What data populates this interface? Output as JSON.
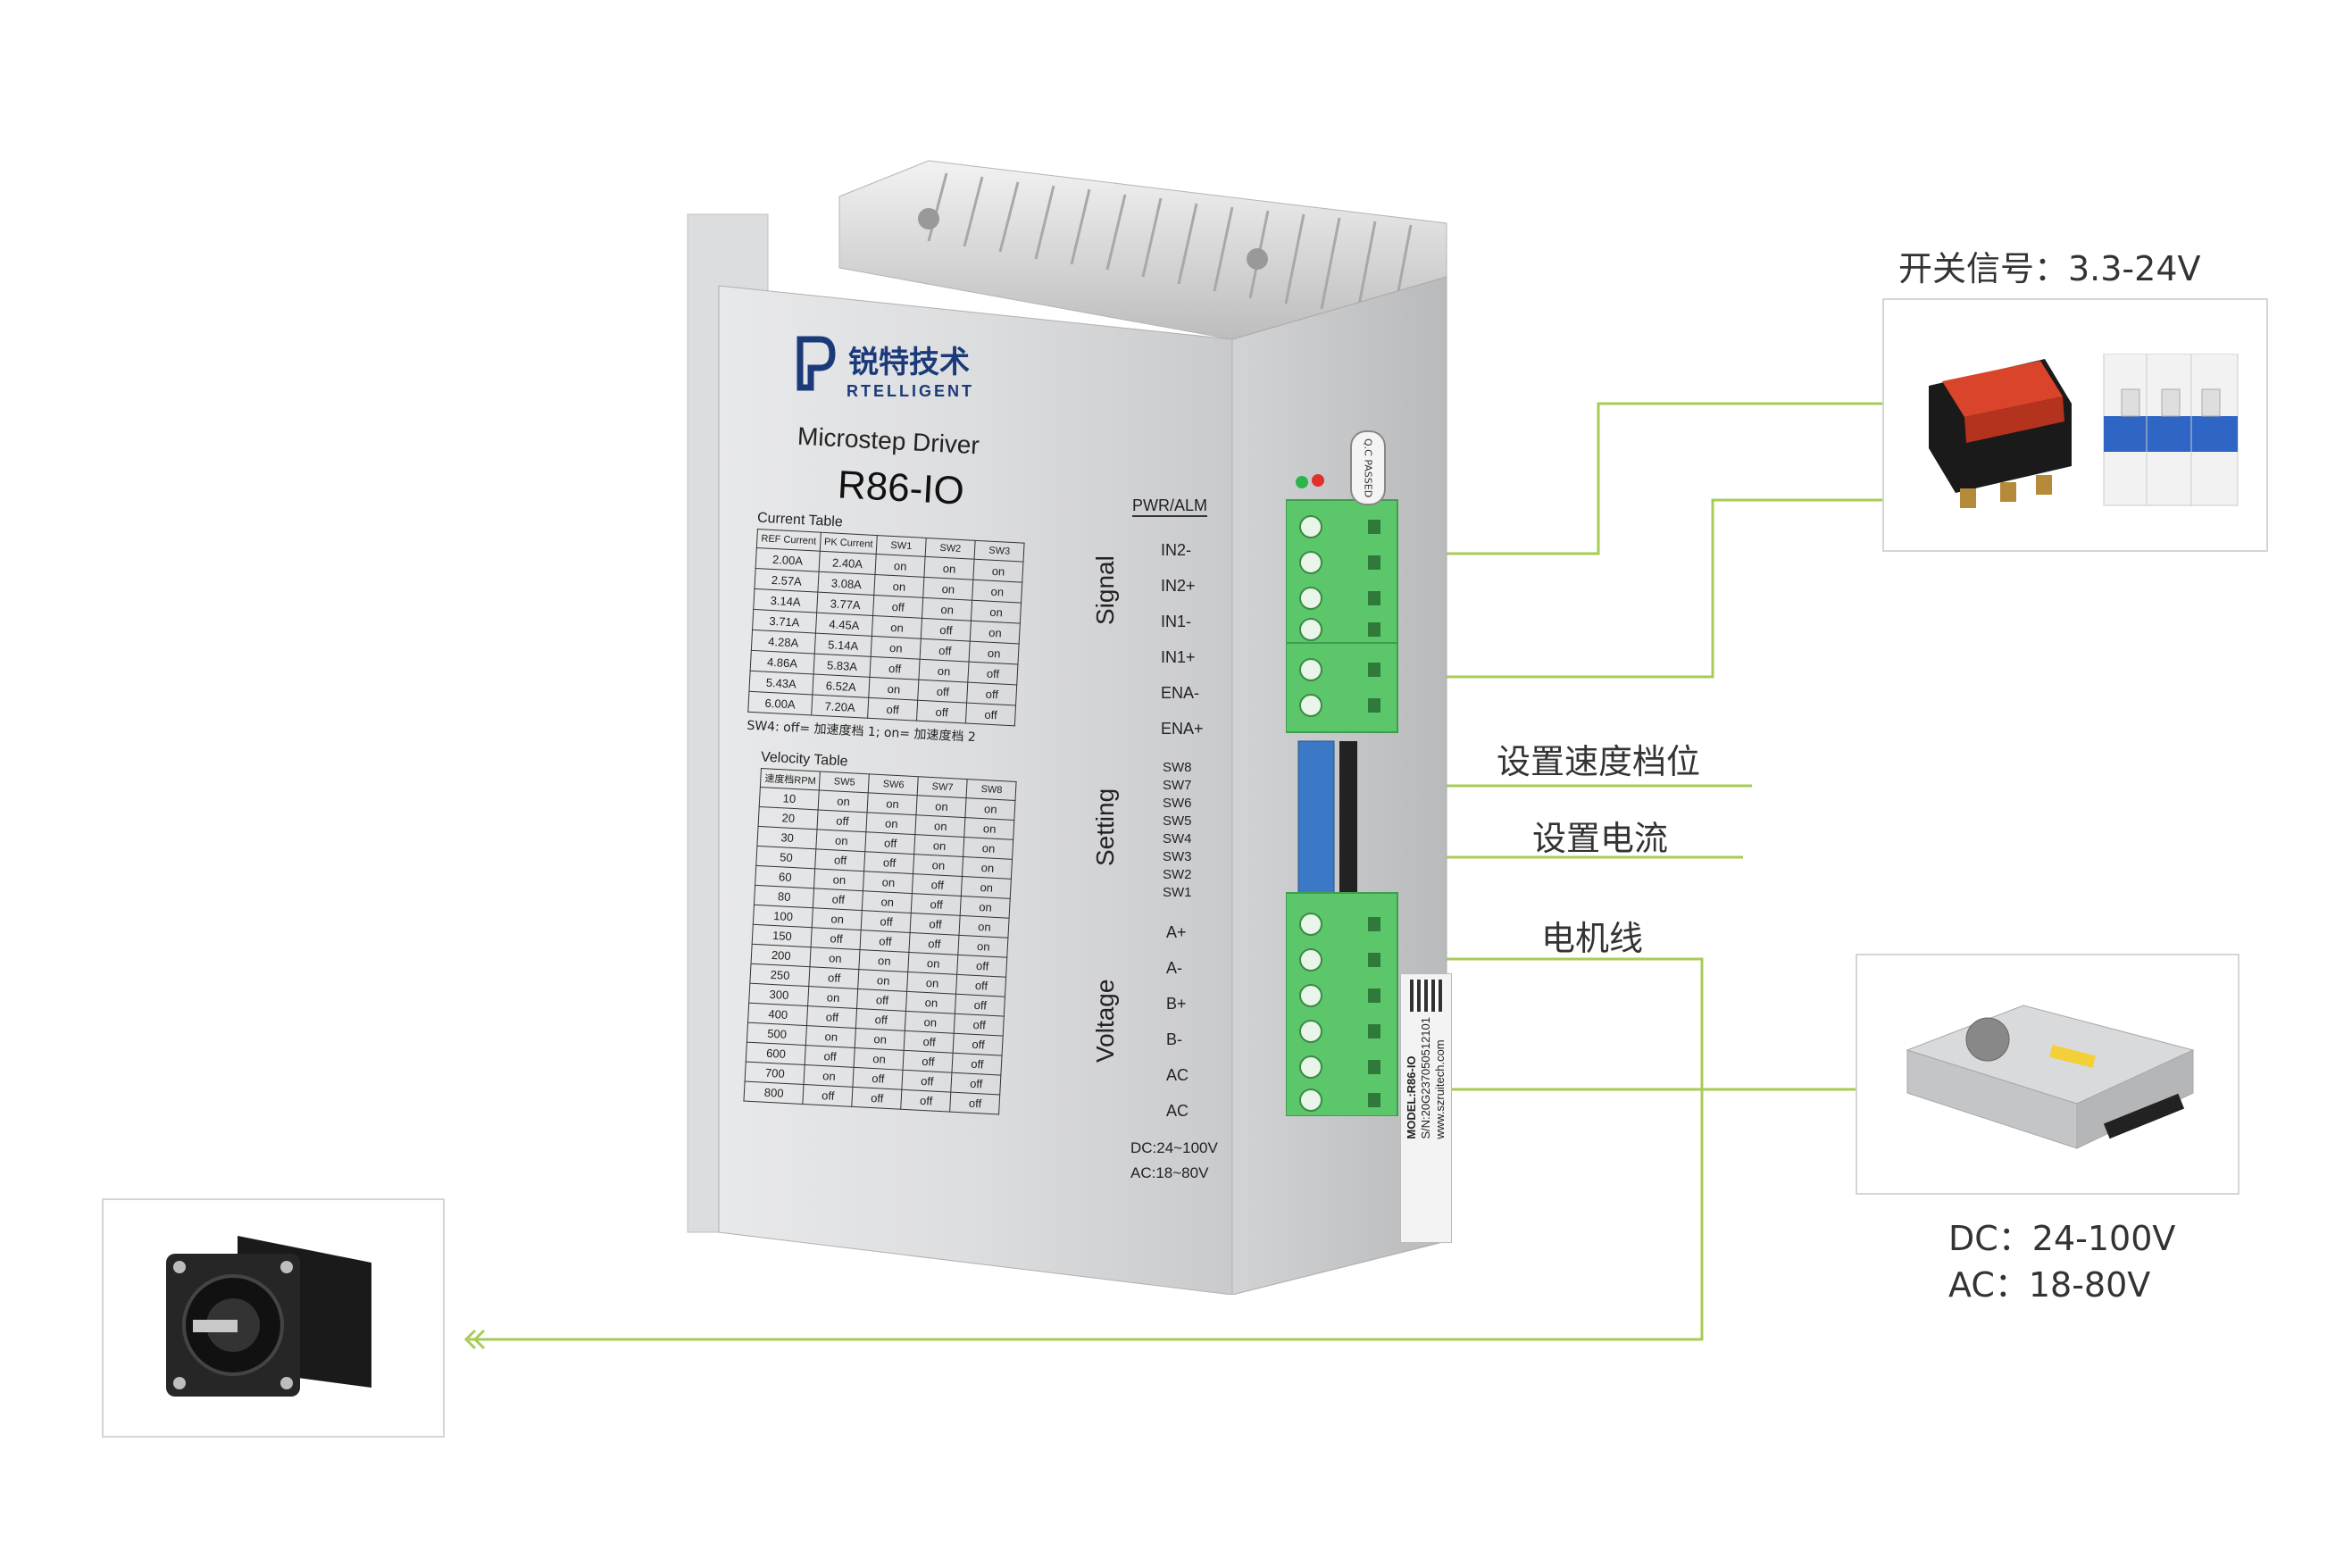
{
  "labels": {
    "switch_signal": "开关信号：3.3-24V",
    "speed_setting": "设置速度档位",
    "current_setting": "设置电流",
    "motor_wire": "电机线",
    "dc_range": "DC：24-100V",
    "ac_range": "AC：18-80V"
  },
  "driver": {
    "brand_cn": "锐特技术",
    "brand_en": "RTELLIGENT",
    "product_type": "Microstep Driver",
    "model": "R86-IO",
    "panel": {
      "pwr_alm": "PWR/ALM",
      "signal_group": "Signal",
      "setting_group": "Setting",
      "voltage_group": "Voltage",
      "signal_pins": [
        "IN2-",
        "IN2+",
        "IN1-",
        "IN1+",
        "ENA-",
        "ENA+"
      ],
      "setting_pins": [
        "SW8",
        "SW7",
        "SW6",
        "SW5",
        "SW4",
        "SW3",
        "SW2",
        "SW1"
      ],
      "voltage_pins": [
        "A+",
        "A-",
        "B+",
        "B-",
        "AC",
        "AC"
      ],
      "dc_spec": "DC:24~100V",
      "ac_spec": "AC:18~80V"
    },
    "side_label": {
      "model": "MODEL:R86-IO",
      "serial": "S/N:20G237050512101",
      "website": "www.szruitech.com",
      "qc": "Q.C PASSED"
    },
    "current_table": {
      "title": "Current Table",
      "headers": [
        "REF Current",
        "PK Current",
        "SW1",
        "SW2",
        "SW3"
      ],
      "rows": [
        [
          "2.00A",
          "2.40A",
          "on",
          "on",
          "on"
        ],
        [
          "2.57A",
          "3.08A",
          "on",
          "on",
          "on"
        ],
        [
          "3.14A",
          "3.77A",
          "off",
          "on",
          "on"
        ],
        [
          "3.71A",
          "4.45A",
          "on",
          "off",
          "on"
        ],
        [
          "4.28A",
          "5.14A",
          "on",
          "off",
          "on"
        ],
        [
          "4.86A",
          "5.83A",
          "off",
          "on",
          "off"
        ],
        [
          "5.43A",
          "6.52A",
          "on",
          "off",
          "off"
        ],
        [
          "6.00A",
          "7.20A",
          "off",
          "off",
          "off"
        ]
      ],
      "note": "SW4: off= 加速度档 1;  on= 加速度档 2"
    },
    "velocity_table": {
      "title": "Velocity Table",
      "headers": [
        "速度档RPM",
        "SW5",
        "SW6",
        "SW7",
        "SW8"
      ],
      "rows": [
        [
          "10",
          "on",
          "on",
          "on",
          "on"
        ],
        [
          "20",
          "off",
          "on",
          "on",
          "on"
        ],
        [
          "30",
          "on",
          "off",
          "on",
          "on"
        ],
        [
          "50",
          "off",
          "off",
          "on",
          "on"
        ],
        [
          "60",
          "on",
          "on",
          "off",
          "on"
        ],
        [
          "80",
          "off",
          "on",
          "off",
          "on"
        ],
        [
          "100",
          "on",
          "off",
          "off",
          "on"
        ],
        [
          "150",
          "off",
          "off",
          "off",
          "on"
        ],
        [
          "200",
          "on",
          "on",
          "on",
          "off"
        ],
        [
          "250",
          "off",
          "on",
          "on",
          "off"
        ],
        [
          "300",
          "on",
          "off",
          "on",
          "off"
        ],
        [
          "400",
          "off",
          "off",
          "on",
          "off"
        ],
        [
          "500",
          "on",
          "on",
          "off",
          "off"
        ],
        [
          "600",
          "off",
          "on",
          "off",
          "off"
        ],
        [
          "700",
          "on",
          "off",
          "off",
          "off"
        ],
        [
          "800",
          "off",
          "off",
          "off",
          "off"
        ]
      ]
    }
  },
  "colors": {
    "line": "#a7cc55",
    "terminal": "#5cc76a",
    "terminal_dark": "#3f9e4d",
    "aluminum": "#d6d8da",
    "switch_red": "#d9442a"
  }
}
